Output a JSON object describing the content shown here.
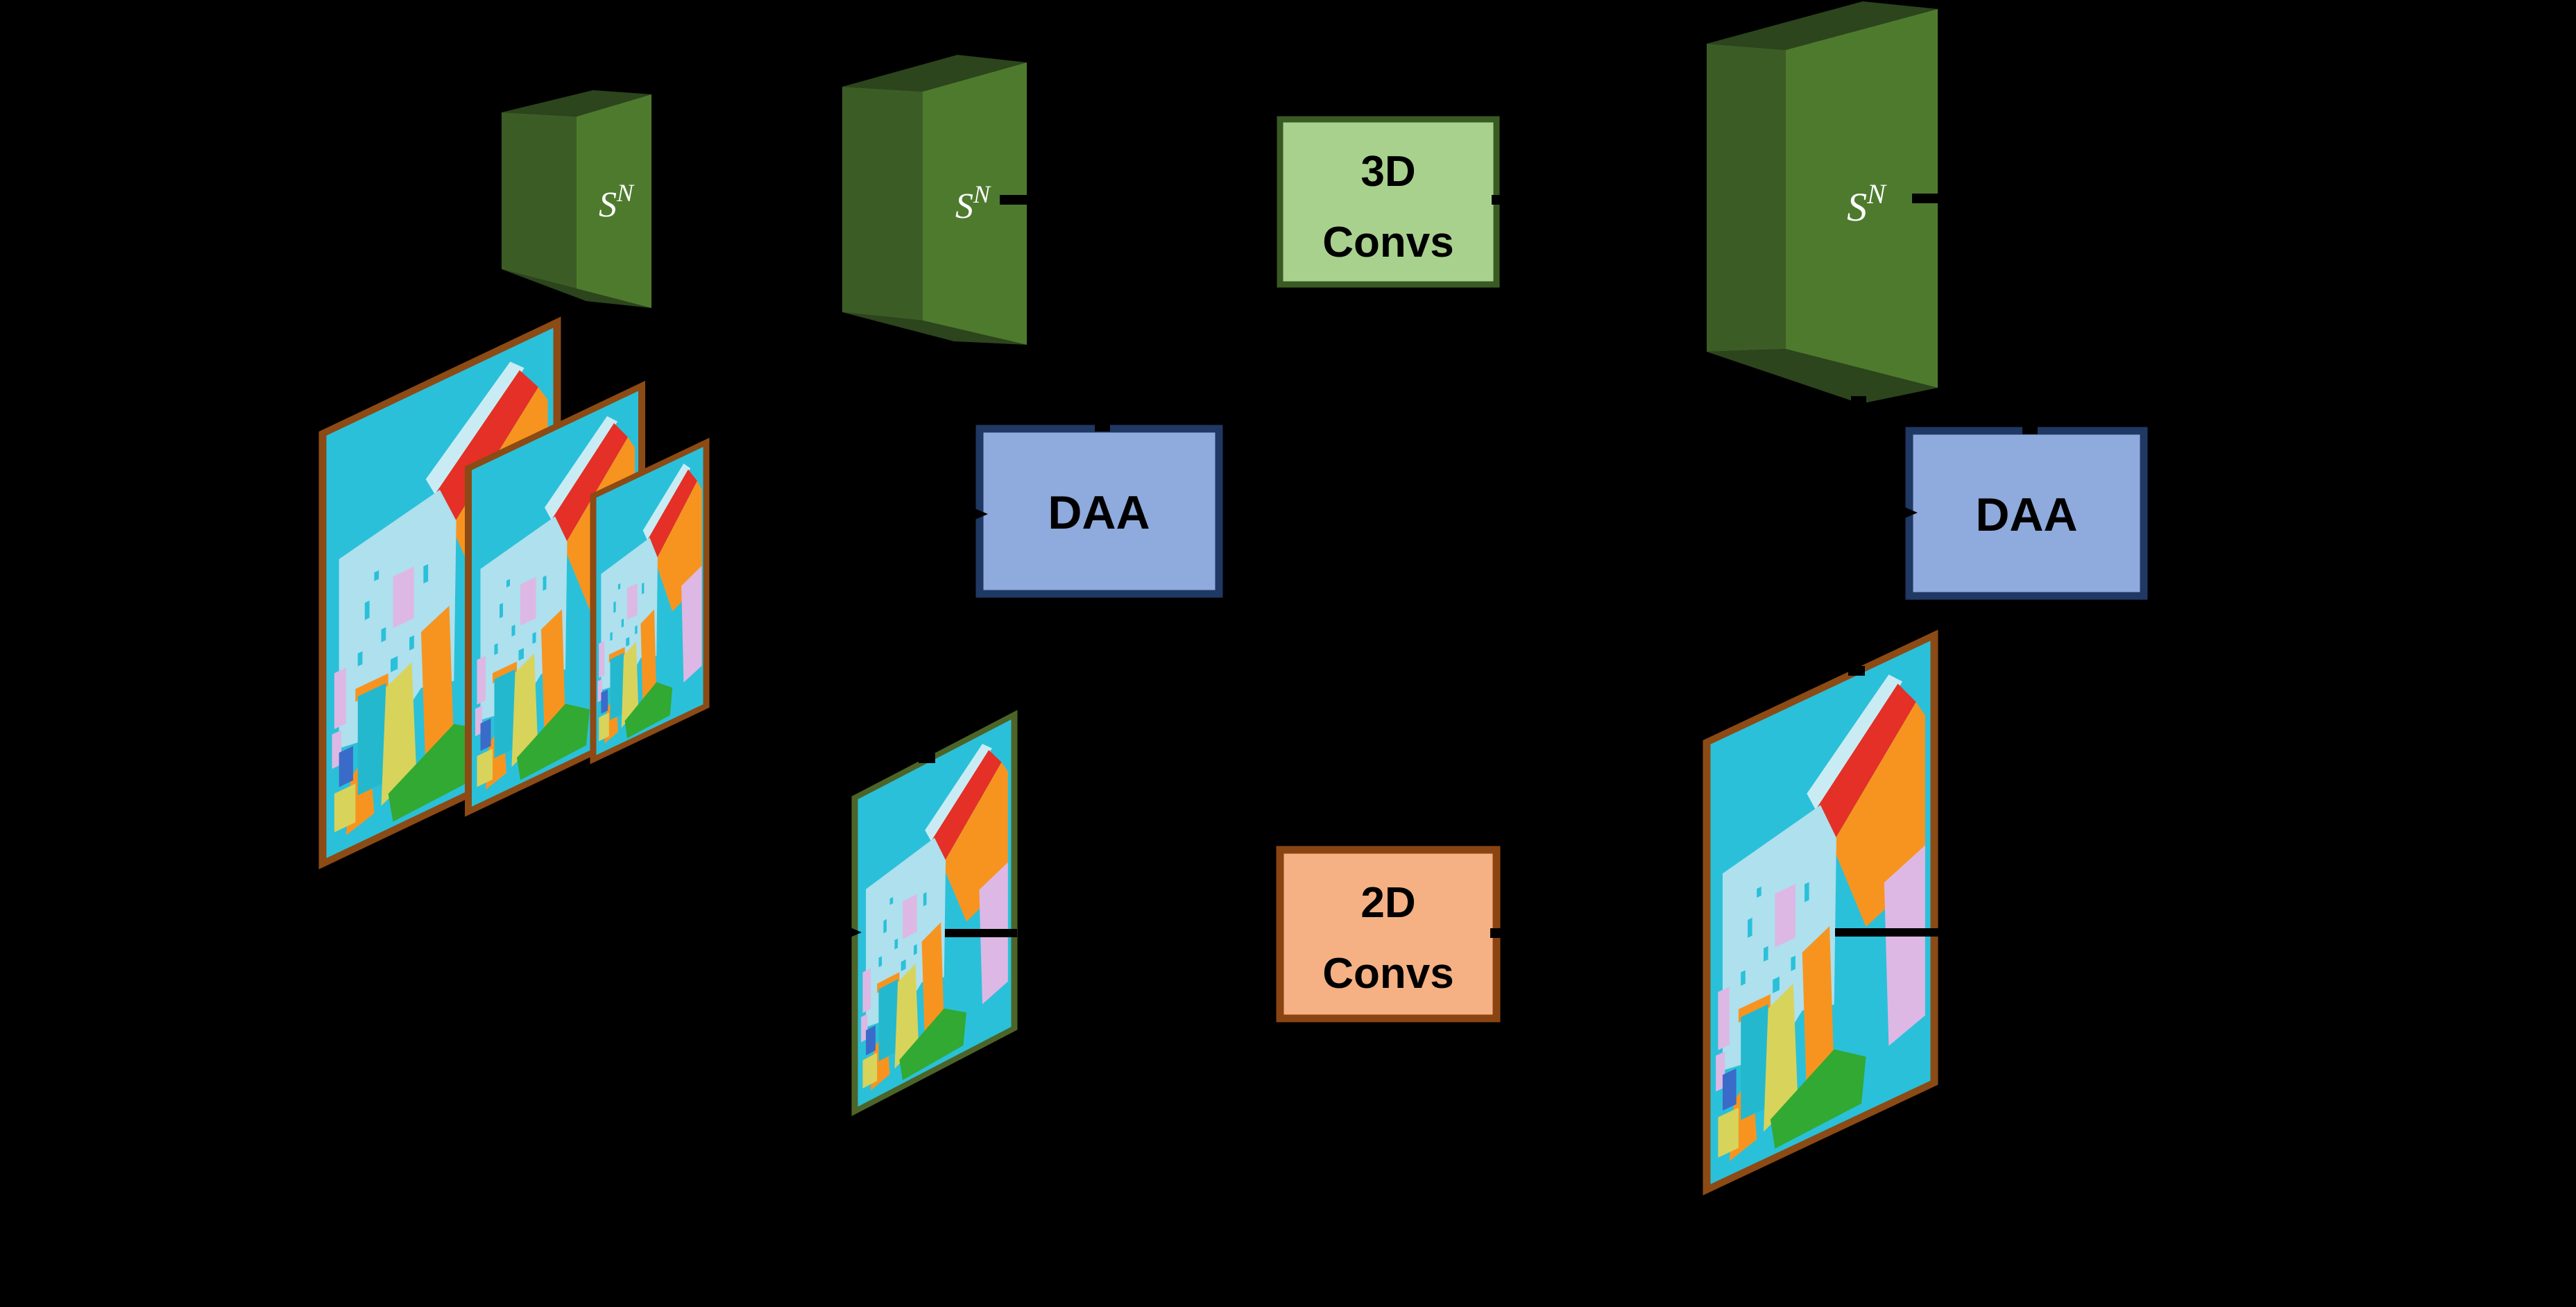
{
  "figure": {
    "background": "#000000",
    "connector_color": "#000000",
    "volumes": [
      {
        "base": "S",
        "sup": "N"
      },
      {
        "base": "S",
        "sup": "N"
      },
      {
        "base": "S",
        "sup": "N"
      }
    ],
    "volume_colors": {
      "front": "#4E7A2E",
      "side": "#3C5C26",
      "top": "#2C451C",
      "bottom": "#2C451C",
      "label": "#FFFFFF"
    },
    "blocks": [
      {
        "line1": "3D",
        "line2": "Convs",
        "fill": "#A9D18E",
        "border": "#3A5A23",
        "text": "#000000"
      },
      {
        "label": "DAA",
        "fill": "#8FAADC",
        "border": "#1F3864",
        "text": "#000000"
      },
      {
        "label": "DAA",
        "fill": "#8FAADC",
        "border": "#1F3864",
        "text": "#000000"
      },
      {
        "line1": "2D",
        "line2": "Convs",
        "fill": "#F5B183",
        "border": "#8A4412",
        "text": "#000000"
      }
    ],
    "images": {
      "border_brown": "#8C4A15",
      "border_olive": "#4C6428",
      "palette": {
        "sky": "#2BC0D9",
        "wall": "#AEE0ED",
        "roof": "#E43026",
        "highlight": "#C9ECF4",
        "house": "#F79420",
        "lavender": "#DDB8E4",
        "door": "#24B8CE",
        "yellow": "#D8D35B",
        "grass": "#31A933",
        "blue": "#3B6BC8"
      }
    }
  }
}
